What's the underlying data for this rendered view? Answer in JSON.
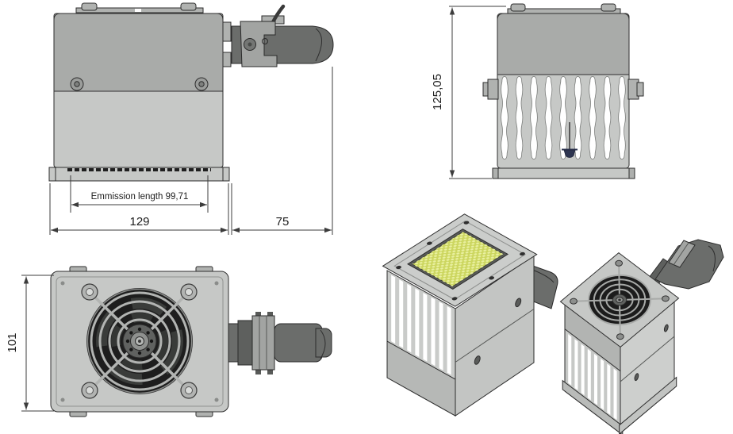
{
  "page": {
    "background_color": "#ffffff"
  },
  "dimensions": {
    "emission_length": "Emmission length 99,71",
    "body_width": "129",
    "cable_length": "75",
    "overall_height": "125,05",
    "body_depth": "101"
  },
  "colors": {
    "body_light": "#c6c8c6",
    "body_dark": "#a9aba9",
    "cable_gray": "#6b6d6b",
    "fan_dark": "#1f1f1f",
    "led_window": "#ccd65f",
    "led_dot": "#e9f0a0",
    "depth_dim_text": "#2c4a80",
    "dim_line": "#3c3c3c",
    "dim_text": "#1c1c1c"
  }
}
